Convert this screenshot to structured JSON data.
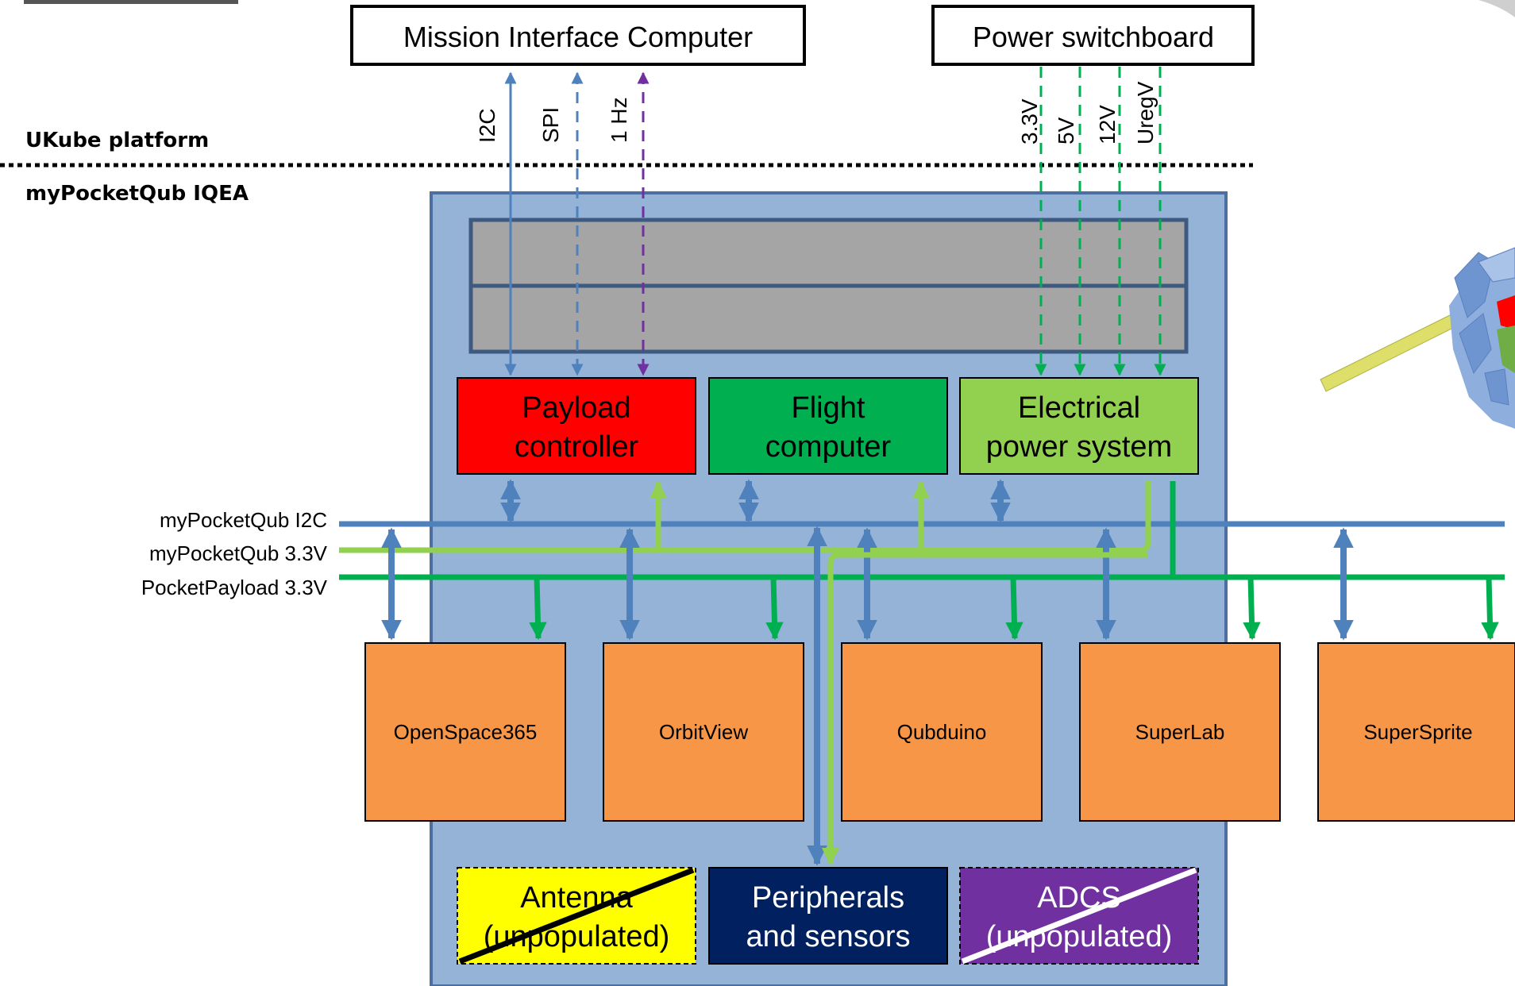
{
  "top_boxes": {
    "mission_interface": "Mission Interface Computer",
    "power_switchboard": "Power switchboard"
  },
  "signals": {
    "i2c": "I2C",
    "spi": "SPI",
    "one_hz": "1 Hz",
    "v33": "3.3V",
    "v5": "5V",
    "v12": "12V",
    "uregv": "UregV"
  },
  "regions": {
    "upper": "UKube platform",
    "lower": "myPocketQub IQEA"
  },
  "subsystems": {
    "payload_line1": "Payload",
    "payload_line2": "controller",
    "flight_line1": "Flight",
    "flight_line2": "computer",
    "eps_line1": "Electrical",
    "eps_line2": "power system"
  },
  "buses": {
    "i2c": "myPocketQub I2C",
    "v33": "myPocketQub 3.3V",
    "pp33": "PocketPayload 3.3V"
  },
  "payloads": [
    "OpenSpace365",
    "OrbitView",
    "Qubduino",
    "SuperLab",
    "SuperSprite"
  ],
  "bottom_boxes": {
    "antenna_line1": "Antenna",
    "antenna_line2": "(unpopulated)",
    "periph_line1": "Peripherals",
    "periph_line2": "and sensors",
    "adcs_line1": "ADCS",
    "adcs_line2": "(unpopulated)"
  },
  "colors": {
    "frame_fill": "#95b3d7",
    "frame_stroke": "#4a6fa0",
    "slot_fill": "#a5a5a5",
    "slot_stroke": "#3f5a80",
    "i2c_blue": "#4f81bd",
    "light_green": "#92d050",
    "dark_green": "#00b050",
    "purple_signal": "#7030a0",
    "payload_red": "#ff0000",
    "flight_green": "#00b050",
    "eps_green": "#92d050",
    "payload_orange": "#f79646",
    "antenna_yellow": "#ffff00",
    "periph_navy": "#002060",
    "adcs_purple": "#7030a0"
  }
}
